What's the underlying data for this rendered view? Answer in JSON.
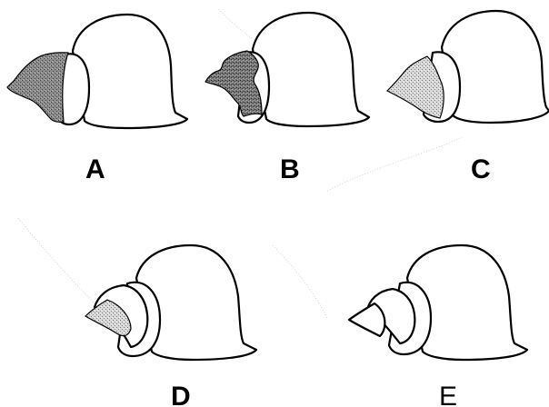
{
  "panels": [
    {
      "id": "A",
      "label": "A",
      "stage": "dark-large"
    },
    {
      "id": "B",
      "label": "B",
      "stage": "dark-lobed"
    },
    {
      "id": "C",
      "label": "C",
      "stage": "light-medium"
    },
    {
      "id": "D",
      "label": "D",
      "stage": "light-small"
    },
    {
      "id": "E",
      "label": "E",
      "stage": "clear"
    }
  ],
  "colors": {
    "outline": "#000000",
    "tissue_dark": "#7a7a7a",
    "tissue_light": "#cfcfcf",
    "background": "#ffffff"
  }
}
